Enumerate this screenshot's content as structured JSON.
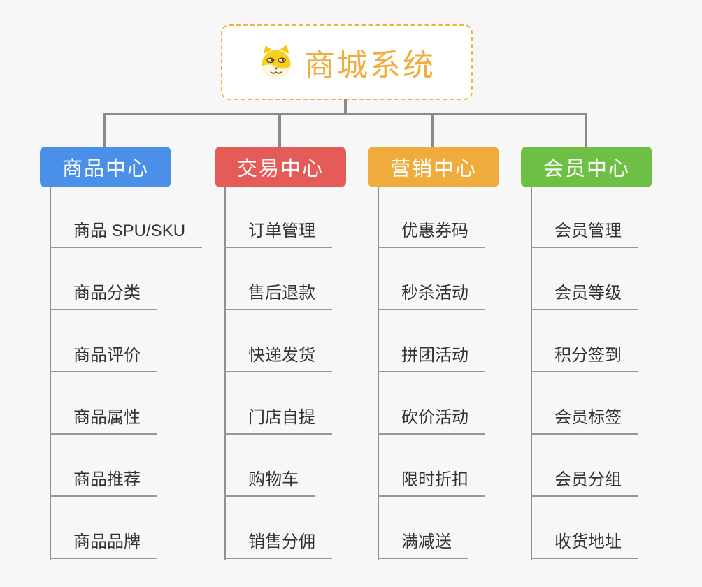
{
  "page": {
    "background_color": "#f7f7f7",
    "connector_color": "#8a8a8a"
  },
  "root": {
    "title": "商城系统",
    "icon": "dog-face-icon",
    "text_color": "#f0ad3e",
    "border_color": "#f5b13d"
  },
  "branches": [
    {
      "label": "商品中心",
      "color": "#4b90e8",
      "children": [
        "商品 SPU/SKU",
        "商品分类",
        "商品评价",
        "商品属性",
        "商品推荐",
        "商品品牌"
      ]
    },
    {
      "label": "交易中心",
      "color": "#e45b58",
      "children": [
        "订单管理",
        "售后退款",
        "快递发货",
        "门店自提",
        "购物车",
        "销售分佣"
      ]
    },
    {
      "label": "营销中心",
      "color": "#efac3c",
      "children": [
        "优惠券码",
        "秒杀活动",
        "拼团活动",
        "砍价活动",
        "限时折扣",
        "满减送"
      ]
    },
    {
      "label": "会员中心",
      "color": "#6dc043",
      "children": [
        "会员管理",
        "会员等级",
        "积分签到",
        "会员标签",
        "会员分组",
        "收货地址"
      ]
    }
  ]
}
